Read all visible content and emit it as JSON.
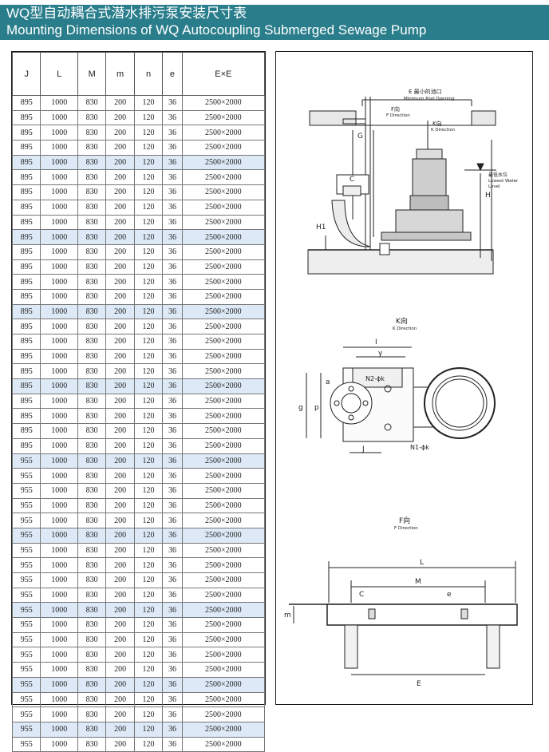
{
  "header": {
    "title_cn": "WQ型自动耦合式潜水排污泵安装尺寸表",
    "title_en": "Mounting Dimensions of WQ  Autocoupling Submerged Sewage Pump"
  },
  "table": {
    "columns": [
      "J",
      "L",
      "M",
      "m",
      "n",
      "e",
      "E×E"
    ],
    "rows": [
      [
        "895",
        "1000",
        "830",
        "200",
        "120",
        "36",
        "2500×2000"
      ],
      [
        "895",
        "1000",
        "830",
        "200",
        "120",
        "36",
        "2500×2000"
      ],
      [
        "895",
        "1000",
        "830",
        "200",
        "120",
        "36",
        "2500×2000"
      ],
      [
        "895",
        "1000",
        "830",
        "200",
        "120",
        "36",
        "2500×2000"
      ],
      [
        "895",
        "1000",
        "830",
        "200",
        "120",
        "36",
        "2500×2000"
      ],
      [
        "895",
        "1000",
        "830",
        "200",
        "120",
        "36",
        "2500×2000"
      ],
      [
        "895",
        "1000",
        "830",
        "200",
        "120",
        "36",
        "2500×2000"
      ],
      [
        "895",
        "1000",
        "830",
        "200",
        "120",
        "36",
        "2500×2000"
      ],
      [
        "895",
        "1000",
        "830",
        "200",
        "120",
        "36",
        "2500×2000"
      ],
      [
        "895",
        "1000",
        "830",
        "200",
        "120",
        "36",
        "2500×2000"
      ],
      [
        "895",
        "1000",
        "830",
        "200",
        "120",
        "36",
        "2500×2000"
      ],
      [
        "895",
        "1000",
        "830",
        "200",
        "120",
        "36",
        "2500×2000"
      ],
      [
        "895",
        "1000",
        "830",
        "200",
        "120",
        "36",
        "2500×2000"
      ],
      [
        "895",
        "1000",
        "830",
        "200",
        "120",
        "36",
        "2500×2000"
      ],
      [
        "895",
        "1000",
        "830",
        "200",
        "120",
        "36",
        "2500×2000"
      ],
      [
        "895",
        "1000",
        "830",
        "200",
        "120",
        "36",
        "2500×2000"
      ],
      [
        "895",
        "1000",
        "830",
        "200",
        "120",
        "36",
        "2500×2000"
      ],
      [
        "895",
        "1000",
        "830",
        "200",
        "120",
        "36",
        "2500×2000"
      ],
      [
        "895",
        "1000",
        "830",
        "200",
        "120",
        "36",
        "2500×2000"
      ],
      [
        "895",
        "1000",
        "830",
        "200",
        "120",
        "36",
        "2500×2000"
      ],
      [
        "895",
        "1000",
        "830",
        "200",
        "120",
        "36",
        "2500×2000"
      ],
      [
        "895",
        "1000",
        "830",
        "200",
        "120",
        "36",
        "2500×2000"
      ],
      [
        "895",
        "1000",
        "830",
        "200",
        "120",
        "36",
        "2500×2000"
      ],
      [
        "895",
        "1000",
        "830",
        "200",
        "120",
        "36",
        "2500×2000"
      ],
      [
        "955",
        "1000",
        "830",
        "200",
        "120",
        "36",
        "2500×2000"
      ],
      [
        "955",
        "1000",
        "830",
        "200",
        "120",
        "36",
        "2500×2000"
      ],
      [
        "955",
        "1000",
        "830",
        "200",
        "120",
        "36",
        "2500×2000"
      ],
      [
        "955",
        "1000",
        "830",
        "200",
        "120",
        "36",
        "2500×2000"
      ],
      [
        "955",
        "1000",
        "830",
        "200",
        "120",
        "36",
        "2500×2000"
      ],
      [
        "955",
        "1000",
        "830",
        "200",
        "120",
        "36",
        "2500×2000"
      ],
      [
        "955",
        "1000",
        "830",
        "200",
        "120",
        "36",
        "2500×2000"
      ],
      [
        "955",
        "1000",
        "830",
        "200",
        "120",
        "36",
        "2500×2000"
      ],
      [
        "955",
        "1000",
        "830",
        "200",
        "120",
        "36",
        "2500×2000"
      ],
      [
        "955",
        "1000",
        "830",
        "200",
        "120",
        "36",
        "2500×2000"
      ],
      [
        "955",
        "1000",
        "830",
        "200",
        "120",
        "36",
        "2500×2000"
      ],
      [
        "955",
        "1000",
        "830",
        "200",
        "120",
        "36",
        "2500×2000"
      ],
      [
        "955",
        "1000",
        "830",
        "200",
        "120",
        "36",
        "2500×2000"
      ],
      [
        "955",
        "1000",
        "830",
        "200",
        "120",
        "36",
        "2500×2000"
      ],
      [
        "955",
        "1000",
        "830",
        "200",
        "120",
        "36",
        "2500×2000"
      ],
      [
        "955",
        "1000",
        "830",
        "200",
        "120",
        "36",
        "2500×2000"
      ],
      [
        "955",
        "1000",
        "830",
        "200",
        "120",
        "36",
        "2500×2000"
      ],
      [
        "955",
        "1000",
        "830",
        "200",
        "120",
        "36",
        "2500×2000"
      ],
      [
        "955",
        "1000",
        "830",
        "200",
        "120",
        "36",
        "2500×2000"
      ],
      [
        "955",
        "1000",
        "830",
        "200",
        "120",
        "36",
        "2500×2000"
      ]
    ],
    "highlighted_rows": [
      4,
      9,
      14,
      19,
      24,
      29,
      34,
      39,
      42
    ]
  },
  "diagram": {
    "section_view": {
      "opening_cn": "E 最小的池口",
      "opening_en": "Minimum Pool Opening",
      "f_direction": "F向",
      "f_direction_en": "F Direction",
      "k_direction": "K向",
      "k_direction_en": "K Direction",
      "water_cn": "最低水位",
      "water_en1": "Lowest Water",
      "water_en2": "Level",
      "label_G": "G",
      "label_C": "C",
      "label_H": "H",
      "label_H1": "H1"
    },
    "k_view": {
      "title": "K向",
      "title_en": "K Direction",
      "label_I": "I",
      "label_y": "y",
      "label_N2": "N2-ϕk",
      "label_N1": "N1-ϕk",
      "label_J": "J",
      "label_g": "g",
      "label_p": "p",
      "label_a": "a"
    },
    "f_view": {
      "title": "F向",
      "title_en": "F Direction",
      "label_L": "L",
      "label_M": "M",
      "label_C": "C",
      "label_e": "e",
      "label_m": "m",
      "label_E": "E"
    }
  },
  "colors": {
    "header_bg": "#2a7e8c",
    "highlight_row": "#dde9f6"
  }
}
